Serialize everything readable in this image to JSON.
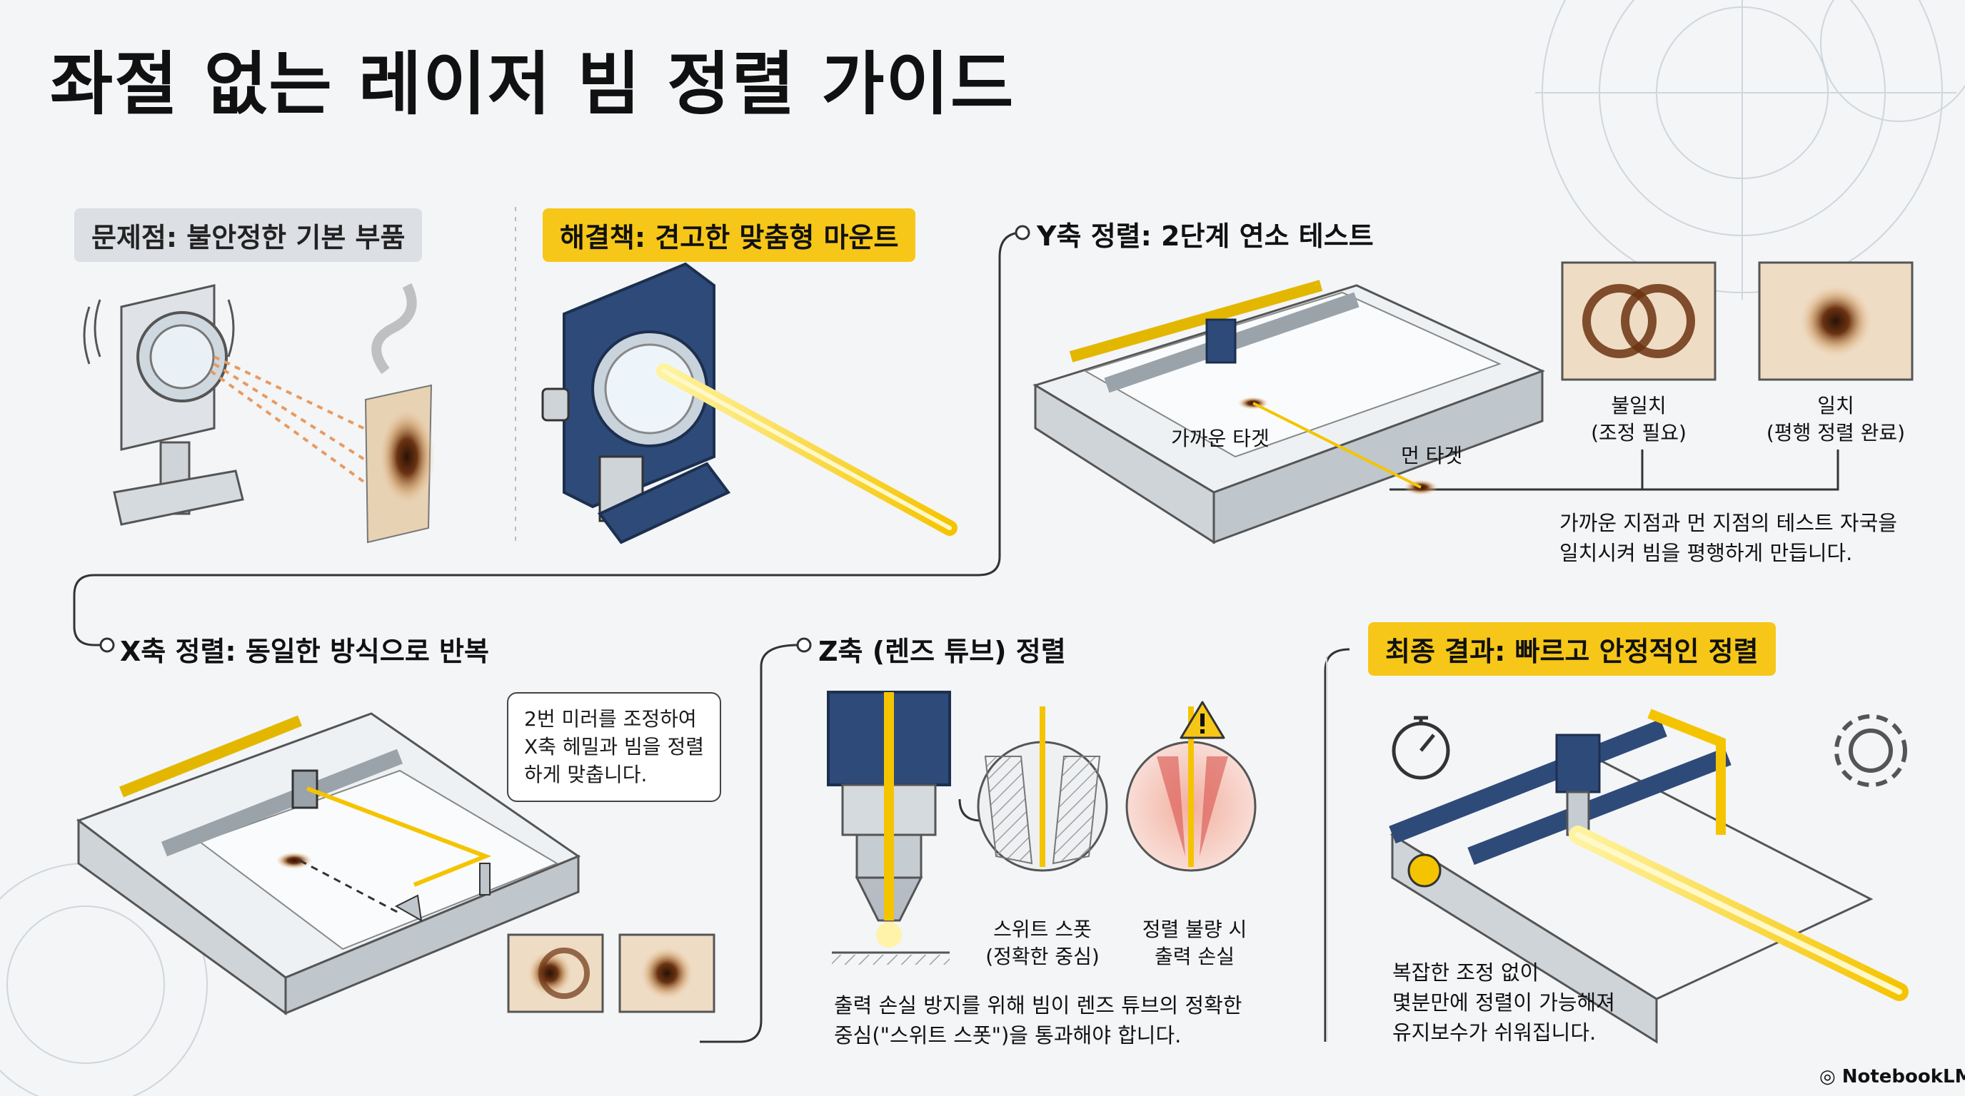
{
  "title": "좌절 없는 레이저 빔 정렬 가이드",
  "problem": {
    "label": "문제점: 불안정한 기본 부품"
  },
  "solution": {
    "label": "해결책: 견고한 맞춤형 마운트"
  },
  "y_axis": {
    "heading": "Y축 정렬: 2단계 연소 테스트",
    "near_target": "가까운 타겟",
    "far_target": "먼 타겟",
    "mismatch": [
      "불일치",
      "(조정 필요)"
    ],
    "match": [
      "일치",
      "(평행 정렬 완료)"
    ],
    "caption": [
      "가까운 지점과 먼 지점의 테스트 자국을",
      "일치시켜 빔을 평행하게 만듭니다."
    ]
  },
  "x_axis": {
    "heading": "X축 정렬: 동일한 방식으로 반복",
    "callout": [
      "2번 미러를 조정하여",
      "X축 헤밀과 빔을 정렬",
      "하게 맞춥니다."
    ]
  },
  "z_axis": {
    "heading": "Z축 (렌즈 튜브) 정렬",
    "sweet_spot": [
      "스위트 스폿",
      "(정확한 중심)"
    ],
    "misaligned": [
      "정렬 불량 시",
      "출력 손실"
    ],
    "caption": [
      "출력 손실 방지를 위해 빔이 렌즈 튜브의 정확한",
      "중심(\"스위트 스폿\")을 통과해야 합니다."
    ]
  },
  "final": {
    "label": "최종 결과: 빠르고 안정적인 정렬",
    "caption": [
      "복잡한 조정 없이",
      "몇분만에 정렬이 가능해져",
      "유지보수가 쉬워집니다."
    ]
  },
  "brand": "NotebookLM",
  "icons": [
    "stopwatch-icon",
    "gear-icon",
    "warning-icon"
  ],
  "colors": {
    "accent": "#f6c718",
    "beam": "#f5c400",
    "mount": "#2e4a78",
    "burn": "#5a2e12",
    "line": "#333333"
  }
}
